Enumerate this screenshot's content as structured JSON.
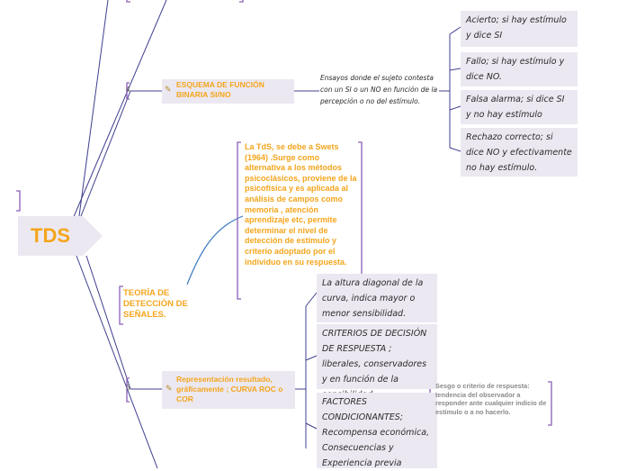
{
  "root": {
    "label": "TDS"
  },
  "branches": {
    "binary": {
      "number": "4",
      "label": "ESQUEMA DE FUNCIÓN BINARIA SI/NO",
      "note": "Ensayos donde el sujeto  contesta con un SI o un NO en función de la percepción o no del estímulo.",
      "leaves": [
        "Acierto; si hay estímulo y dice SI",
        "Fallo; si hay estímulo y dice NO.",
        "Falsa alarma; si dice SI y no hay estímulo",
        "Rechazo correcto; si dice NO y efectivamente no hay estímulo."
      ]
    },
    "theory": {
      "label": "TEORÍA DE DETECCIÓN DE SEÑALES.",
      "origin": "La TdS, se debe a  Swets (1964) .Surge como alternativa a los métodos psicoclásicos, proviene de la psicofísica  y es aplicada al análisis de campos como memoria , atención aprendizaje etc, permite determinar el nivel de detección de estímulo y criterio adoptado por el individuo en su respuesta."
    },
    "roc": {
      "number": "3",
      "label": "Representación resultado, gráficamente ; CURVA ROC o COR",
      "leaves": [
        "La altura diagonal de la curva, indica mayor o menor sensibilidad.",
        "CRITERIOS DE DECISIÓN DE RESPUESTA  ; liberales, conservadores y en función de la sensibilidad",
        "FACTORES CONDICIONANTES; Recompensa económica, Consecuencias y Experiencia previa"
      ],
      "detail": "Sesgo o criterio de respuesta: tendencia del observador a responder ante cualquier indicio de estímulo o a no hacerlo."
    }
  }
}
